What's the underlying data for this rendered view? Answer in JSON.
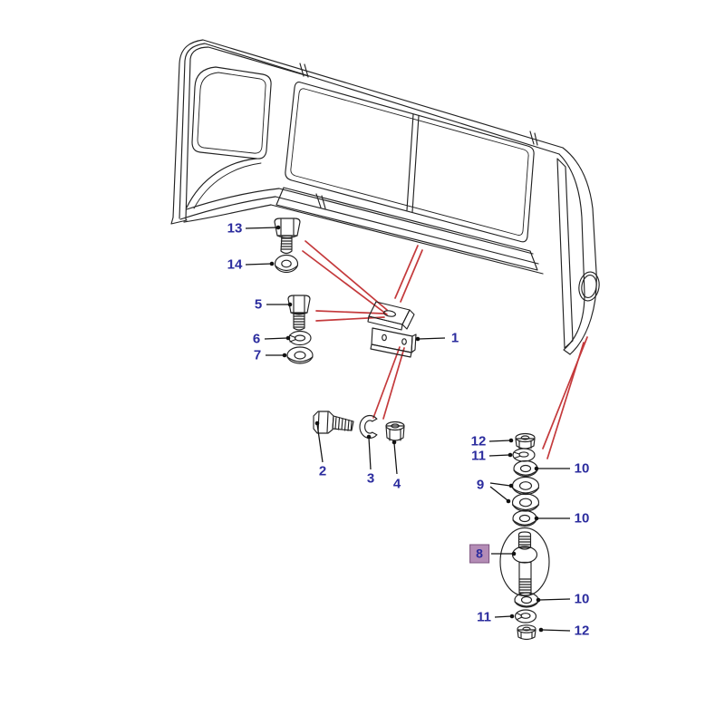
{
  "figure": {
    "type": "exploded-parts-diagram",
    "subject": "rear side window panel with fixing hardware",
    "selected_part": "8",
    "colors": {
      "background": "#ffffff",
      "line": "#222222",
      "callout_line": "#c43a3c",
      "label_text": "#2b2c9e",
      "highlight_fill": "#f3ea1c",
      "selected_label_fill": "#b48cb6",
      "selected_label_border": "#7d5580"
    },
    "labels": [
      {
        "num": "13",
        "part": "hex-bolt"
      },
      {
        "num": "14",
        "part": "flat-washer"
      },
      {
        "num": "5",
        "part": "hex-bolt"
      },
      {
        "num": "6",
        "part": "spring-washer"
      },
      {
        "num": "7",
        "part": "flat-washer"
      },
      {
        "num": "1",
        "part": "mounting-bracket"
      },
      {
        "num": "2",
        "part": "hex-bolt"
      },
      {
        "num": "3",
        "part": "spring-washer"
      },
      {
        "num": "4",
        "part": "hex-nut"
      },
      {
        "num": "12",
        "part": "hex-nut"
      },
      {
        "num": "11",
        "part": "spring-washer"
      },
      {
        "num": "10",
        "part": "flat-washer"
      },
      {
        "num": "9",
        "part": "washer-pair"
      },
      {
        "num": "10",
        "part": "flat-washer"
      },
      {
        "num": "8",
        "part": "double-ended-stud",
        "selected": true
      },
      {
        "num": "10",
        "part": "flat-washer"
      },
      {
        "num": "11",
        "part": "spring-washer"
      },
      {
        "num": "12",
        "part": "hex-nut"
      }
    ]
  }
}
